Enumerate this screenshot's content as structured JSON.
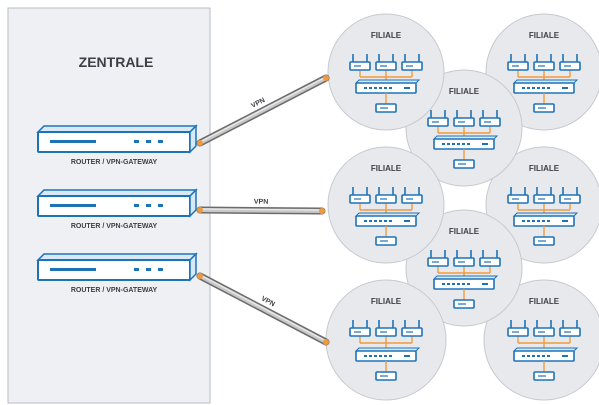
{
  "zentrale": {
    "title": "ZENTRALE",
    "router_label": "ROUTER / VPN-GATEWAY",
    "router_count": 3
  },
  "vpn_label": "VPN",
  "filiale_label": "FILIALE",
  "filiale_count": 8,
  "colors": {
    "panel_fill": "#eef0f3",
    "panel_stroke": "#b8bcc4",
    "device_blue": "#1e73b8",
    "device_light": "#d7e8f6",
    "circle_fill": "#e8e9ec",
    "circle_stroke": "#c6c9ce",
    "link_orange": "#f09a3e",
    "tunnel_grey": "#9a9a9a",
    "text_dark": "#3c4046"
  }
}
